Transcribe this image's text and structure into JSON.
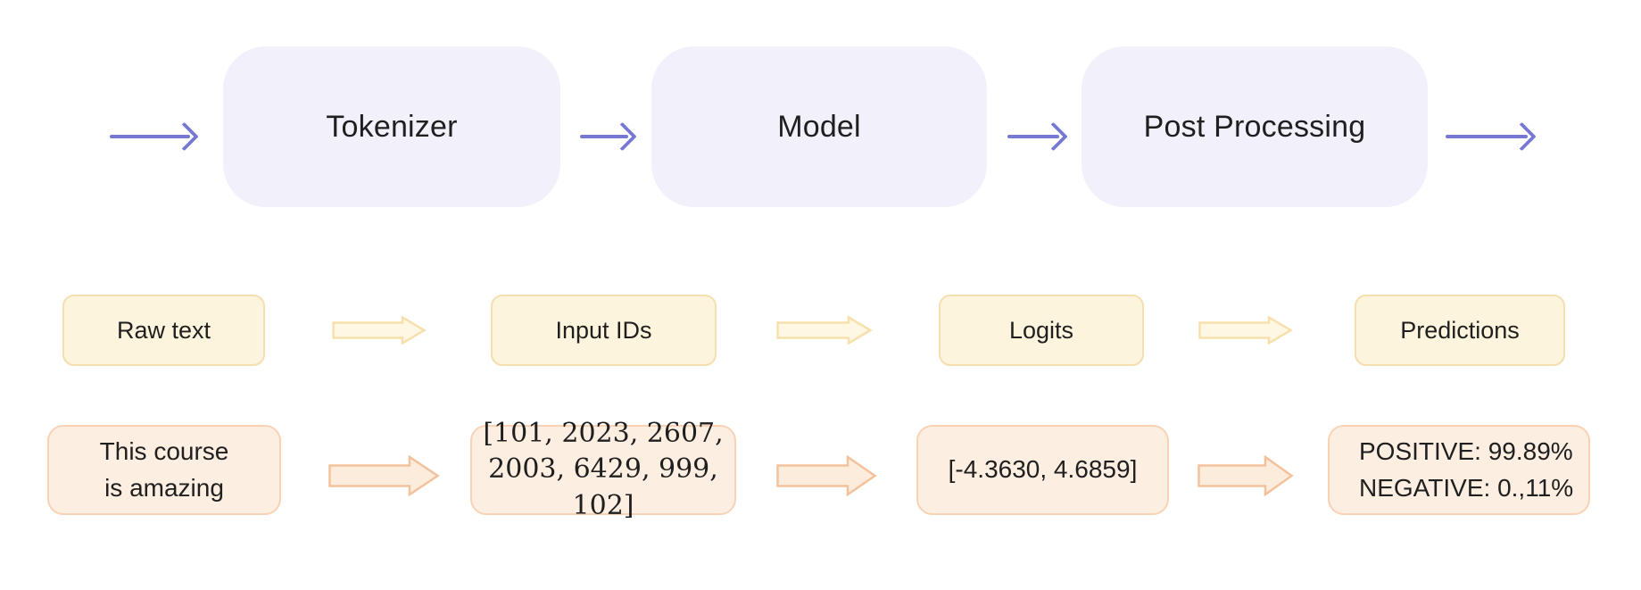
{
  "stages": [
    {
      "label": "Tokenizer"
    },
    {
      "label": "Model"
    },
    {
      "label": "Post Processing"
    }
  ],
  "data_flow": [
    {
      "label": "Raw text"
    },
    {
      "label": "Input IDs"
    },
    {
      "label": "Logits"
    },
    {
      "label": "Predictions"
    }
  ],
  "example": {
    "raw_text": {
      "line1": "This course",
      "line2": "is amazing"
    },
    "input_ids": {
      "line1": "[101, 2023, 2607,",
      "line2": "2003, 6429, 999, 102]"
    },
    "logits": {
      "line1": "[-4.3630, 4.6859]"
    },
    "predictions": {
      "line1": "POSITIVE: 99.89%",
      "line2": "NEGATIVE: 0.,11%"
    }
  },
  "colors": {
    "stage_fill": "#f2f0fa",
    "arrow_purple": "#7679d2",
    "data_fill": "#fdf4dd",
    "data_border": "#f5deb0",
    "data_arrow_fill": "#fdf7e4",
    "data_arrow_border": "#f8e0ac",
    "example_fill": "#fdeee2",
    "example_border": "#f9d2b4",
    "example_arrow_fill": "#fcecdc",
    "example_arrow_border": "#f3c29b",
    "text_color": "#1f1f1f"
  }
}
